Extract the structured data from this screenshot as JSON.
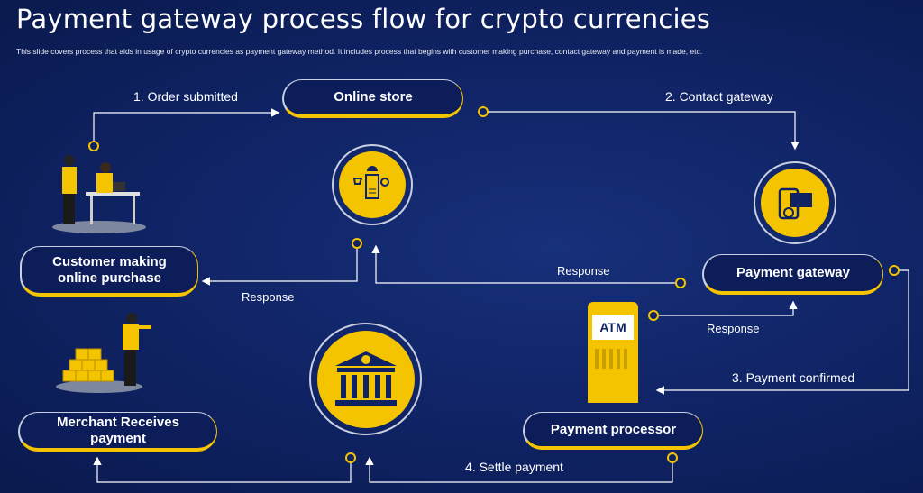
{
  "title": "Payment gateway process flow for crypto currencies",
  "subtitle": "This slide covers process that aids in usage of crypto currencies as payment gateway method. It includes process that begins with customer making purchase, contact gateway and payment is made, etc.",
  "nodes": {
    "online_store": "Online store",
    "customer": "Customer making online purchase",
    "payment_gateway": "Payment gateway",
    "merchant": "Merchant Receives payment",
    "payment_processor": "Payment processor"
  },
  "steps": {
    "s1": "1. Order submitted",
    "s2": "2. Contact gateway",
    "s3": "3. Payment confirmed",
    "s4": "4. Settle payment"
  },
  "responses": {
    "r1": "Response",
    "r2": "Response",
    "r3": "Response"
  },
  "atm_label": "ATM",
  "colors": {
    "accent": "#f5c400",
    "background": "#0f2263"
  }
}
